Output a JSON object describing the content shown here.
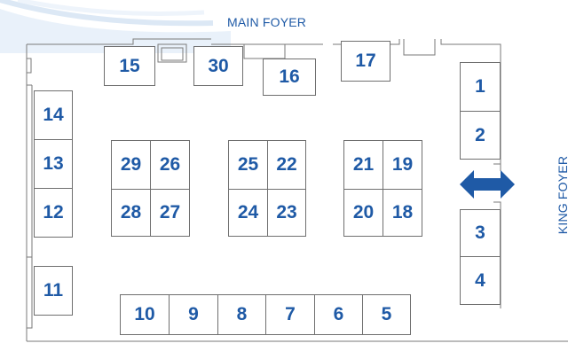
{
  "foyers": {
    "main": "MAIN FOYER",
    "king": "KING FOYER"
  },
  "booths": {
    "b1": "1",
    "b2": "2",
    "b3": "3",
    "b4": "4",
    "b5": "5",
    "b6": "6",
    "b7": "7",
    "b8": "8",
    "b9": "9",
    "b10": "10",
    "b11": "11",
    "b12": "12",
    "b13": "13",
    "b14": "14",
    "b15": "15",
    "b16": "16",
    "b17": "17",
    "b18": "18",
    "b19": "19",
    "b20": "20",
    "b21": "21",
    "b22": "22",
    "b23": "23",
    "b24": "24",
    "b25": "25",
    "b26": "26",
    "b27": "27",
    "b28": "28",
    "b29": "29",
    "b30": "30"
  },
  "colors": {
    "label": "#1f5aa6",
    "arrow": "#1f5aa6",
    "wall": "#7a7a7a"
  },
  "icons": [
    "double-arrow-icon"
  ]
}
